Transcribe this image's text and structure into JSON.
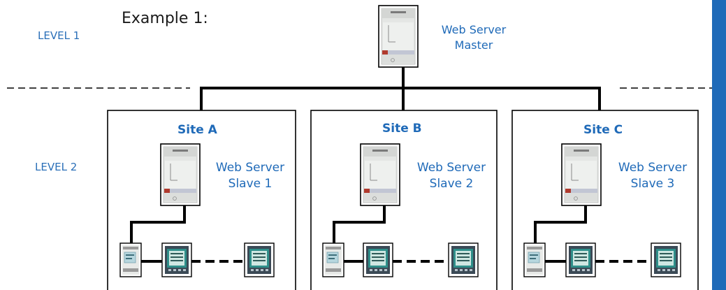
{
  "title": "Example 1:",
  "levels": {
    "level1": "LEVEL 1",
    "level2": "LEVEL 2"
  },
  "master": {
    "line1": "Web Server",
    "line2": "Master"
  },
  "sites": [
    {
      "title": "Site A",
      "line1": "Web Server",
      "line2": "Slave 1"
    },
    {
      "title": "Site B",
      "line1": "Web Server",
      "line2": "Slave 2"
    },
    {
      "title": "Site C",
      "line1": "Web Server",
      "line2": "Slave 3"
    }
  ],
  "colors": {
    "accent": "#1f6ab8",
    "line": "#000000",
    "screen": "#2f8f8a"
  }
}
